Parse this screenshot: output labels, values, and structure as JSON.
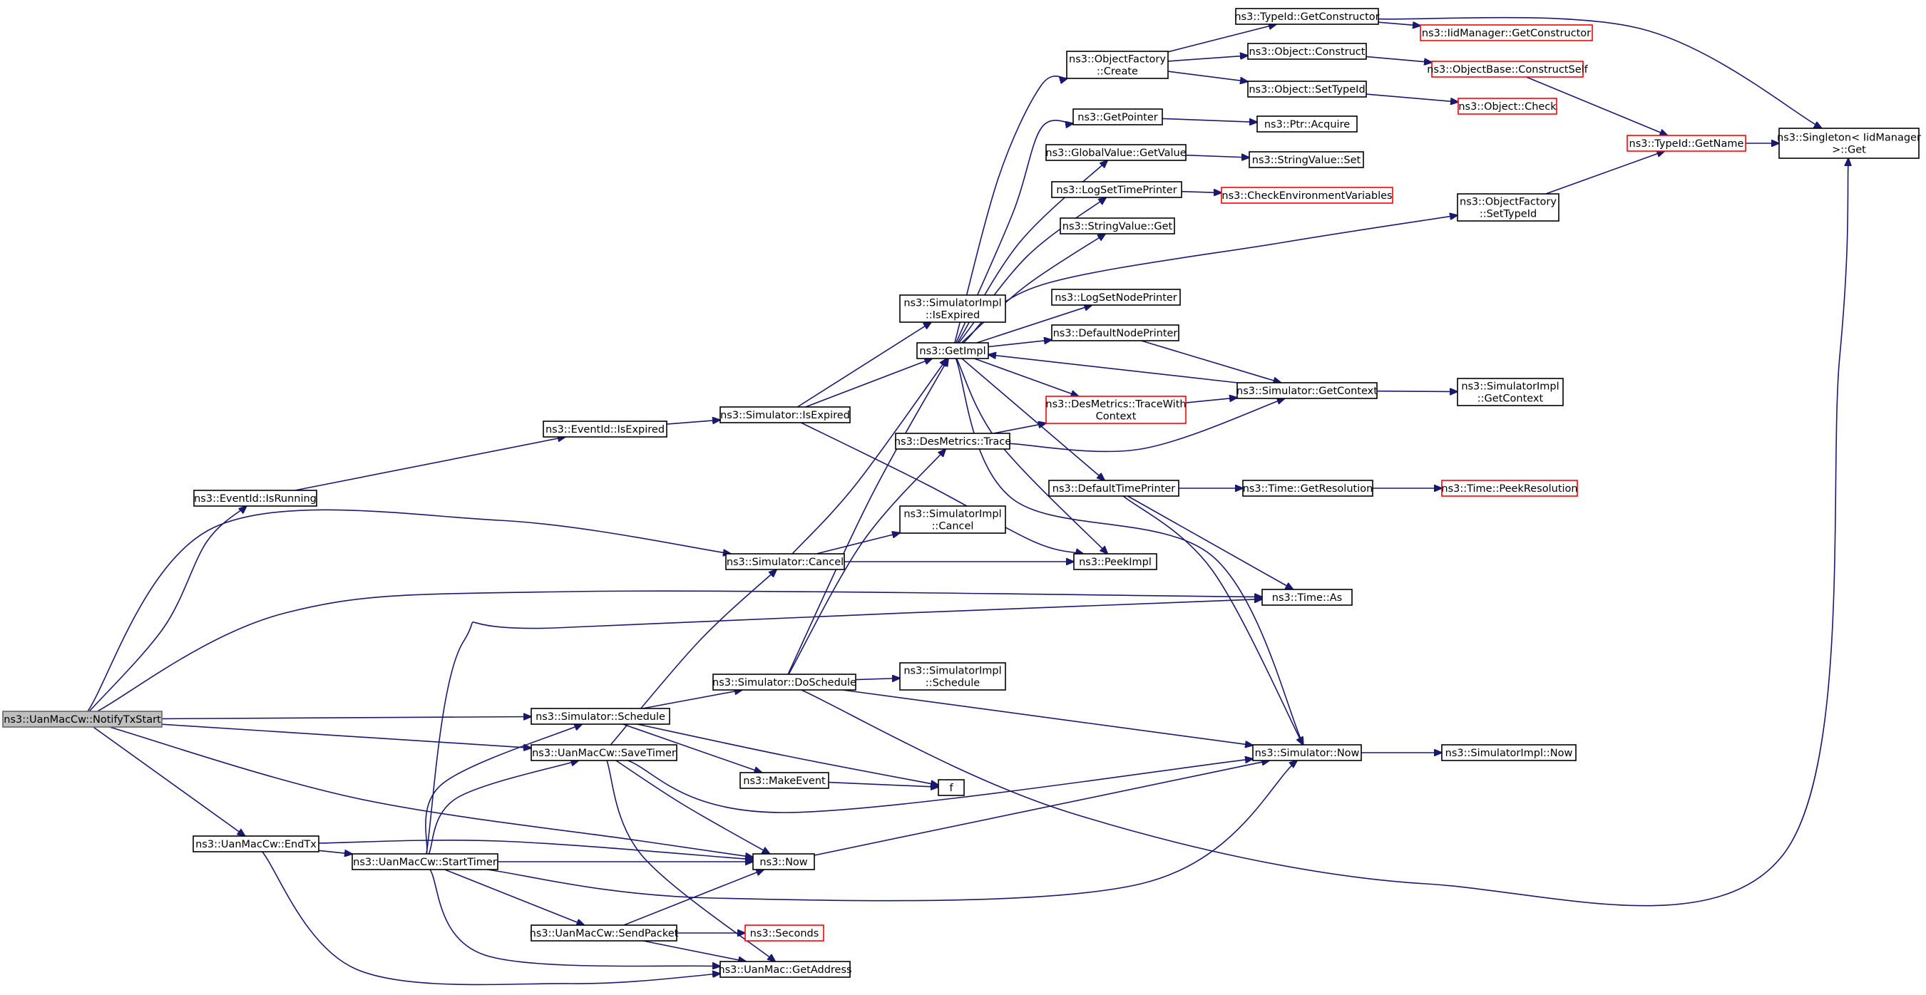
{
  "colors": {
    "edge": "#191970",
    "node_border": "#000000",
    "truncated_border": "#ff0000",
    "start_fill": "#bfbfbf"
  },
  "nodes": [
    {
      "id": "notifytxstart",
      "lines": [
        "ns3::UanMacCw::NotifyTxStart"
      ],
      "style": "start"
    },
    {
      "id": "eventid-isrunning",
      "lines": [
        "ns3::EventId::IsRunning"
      ],
      "style": "normal"
    },
    {
      "id": "eventid-isexpired",
      "lines": [
        "ns3::EventId::IsExpired"
      ],
      "style": "normal"
    },
    {
      "id": "simulator-isexpired",
      "lines": [
        "ns3::Simulator::IsExpired"
      ],
      "style": "normal"
    },
    {
      "id": "simulatorimpl-isexpired",
      "lines": [
        "ns3::SimulatorImpl",
        "::IsExpired"
      ],
      "style": "normal"
    },
    {
      "id": "getimpl",
      "lines": [
        "ns3::GetImpl"
      ],
      "style": "normal"
    },
    {
      "id": "objectfactory-create",
      "lines": [
        "ns3::ObjectFactory",
        "::Create"
      ],
      "style": "normal"
    },
    {
      "id": "typeid-getconstructor",
      "lines": [
        "ns3::TypeId::GetConstructor"
      ],
      "style": "normal"
    },
    {
      "id": "iidmanager-getconstructor",
      "lines": [
        "ns3::IidManager::GetConstructor"
      ],
      "style": "trunc"
    },
    {
      "id": "object-construct",
      "lines": [
        "ns3::Object::Construct"
      ],
      "style": "normal"
    },
    {
      "id": "objectbase-constructself",
      "lines": [
        "ns3::ObjectBase::ConstructSelf"
      ],
      "style": "trunc"
    },
    {
      "id": "object-settypeid",
      "lines": [
        "ns3::Object::SetTypeId"
      ],
      "style": "normal"
    },
    {
      "id": "object-check",
      "lines": [
        "ns3::Object::Check"
      ],
      "style": "trunc"
    },
    {
      "id": "typeid-getname",
      "lines": [
        "ns3::TypeId::GetName"
      ],
      "style": "trunc"
    },
    {
      "id": "singleton-get",
      "lines": [
        "ns3::Singleton< IidManager",
        " >::Get"
      ],
      "style": "normal"
    },
    {
      "id": "getpointer",
      "lines": [
        "ns3::GetPointer"
      ],
      "style": "normal"
    },
    {
      "id": "ptr-acquire",
      "lines": [
        "ns3::Ptr::Acquire"
      ],
      "style": "normal"
    },
    {
      "id": "globalvalue-getvalue",
      "lines": [
        "ns3::GlobalValue::GetValue"
      ],
      "style": "normal"
    },
    {
      "id": "stringvalue-set",
      "lines": [
        "ns3::StringValue::Set"
      ],
      "style": "normal"
    },
    {
      "id": "logsettimeprinter",
      "lines": [
        "ns3::LogSetTimePrinter"
      ],
      "style": "normal"
    },
    {
      "id": "checkenvironmentvariables",
      "lines": [
        "ns3::CheckEnvironmentVariables"
      ],
      "style": "trunc"
    },
    {
      "id": "stringvalue-get",
      "lines": [
        "ns3::StringValue::Get"
      ],
      "style": "normal"
    },
    {
      "id": "objectfactory-settypeid",
      "lines": [
        "ns3::ObjectFactory",
        "::SetTypeId"
      ],
      "style": "normal"
    },
    {
      "id": "logsetnodeprinter",
      "lines": [
        "ns3::LogSetNodePrinter"
      ],
      "style": "normal"
    },
    {
      "id": "defaultnodeprinter",
      "lines": [
        "ns3::DefaultNodePrinter"
      ],
      "style": "normal"
    },
    {
      "id": "simulator-getcontext",
      "lines": [
        "ns3::Simulator::GetContext"
      ],
      "style": "normal"
    },
    {
      "id": "simulatorimpl-getcontext",
      "lines": [
        "ns3::SimulatorImpl",
        "::GetContext"
      ],
      "style": "normal"
    },
    {
      "id": "desmetrics-tracewithcontext",
      "lines": [
        "ns3::DesMetrics::TraceWith",
        "Context"
      ],
      "style": "trunc"
    },
    {
      "id": "desmetrics-trace",
      "lines": [
        "ns3::DesMetrics::Trace"
      ],
      "style": "normal"
    },
    {
      "id": "defaulttimeprinter",
      "lines": [
        "ns3::DefaultTimePrinter"
      ],
      "style": "normal"
    },
    {
      "id": "time-getresolution",
      "lines": [
        "ns3::Time::GetResolution"
      ],
      "style": "normal"
    },
    {
      "id": "time-peekresolution",
      "lines": [
        "ns3::Time::PeekResolution"
      ],
      "style": "trunc"
    },
    {
      "id": "simulatorimpl-cancel",
      "lines": [
        "ns3::SimulatorImpl",
        "::Cancel"
      ],
      "style": "normal"
    },
    {
      "id": "simulator-cancel",
      "lines": [
        "ns3::Simulator::Cancel"
      ],
      "style": "normal"
    },
    {
      "id": "peekimpl",
      "lines": [
        "ns3::PeekImpl"
      ],
      "style": "normal"
    },
    {
      "id": "time-as",
      "lines": [
        "ns3::Time::As"
      ],
      "style": "normal"
    },
    {
      "id": "simulator-doschedule",
      "lines": [
        "ns3::Simulator::DoSchedule"
      ],
      "style": "normal"
    },
    {
      "id": "simulatorimpl-schedule",
      "lines": [
        "ns3::SimulatorImpl",
        "::Schedule"
      ],
      "style": "normal"
    },
    {
      "id": "simulator-schedule",
      "lines": [
        "ns3::Simulator::Schedule"
      ],
      "style": "normal"
    },
    {
      "id": "simulator-now",
      "lines": [
        "ns3::Simulator::Now"
      ],
      "style": "normal"
    },
    {
      "id": "simulatorimpl-now",
      "lines": [
        "ns3::SimulatorImpl::Now"
      ],
      "style": "normal"
    },
    {
      "id": "uanmaccw-savetimer",
      "lines": [
        "ns3::UanMacCw::SaveTimer"
      ],
      "style": "normal"
    },
    {
      "id": "makeevent",
      "lines": [
        "ns3::MakeEvent"
      ],
      "style": "normal"
    },
    {
      "id": "f",
      "lines": [
        "f"
      ],
      "style": "normal"
    },
    {
      "id": "uanmaccw-endtx",
      "lines": [
        "ns3::UanMacCw::EndTx"
      ],
      "style": "normal"
    },
    {
      "id": "uanmaccw-starttimer",
      "lines": [
        "ns3::UanMacCw::StartTimer"
      ],
      "style": "normal"
    },
    {
      "id": "now",
      "lines": [
        "ns3::Now"
      ],
      "style": "normal"
    },
    {
      "id": "uanmaccw-sendpacket",
      "lines": [
        "ns3::UanMacCw::SendPacket"
      ],
      "style": "normal"
    },
    {
      "id": "seconds",
      "lines": [
        "ns3::Seconds"
      ],
      "style": "trunc"
    },
    {
      "id": "uanmac-getaddress",
      "lines": [
        "ns3::UanMac::GetAddress"
      ],
      "style": "normal"
    }
  ]
}
